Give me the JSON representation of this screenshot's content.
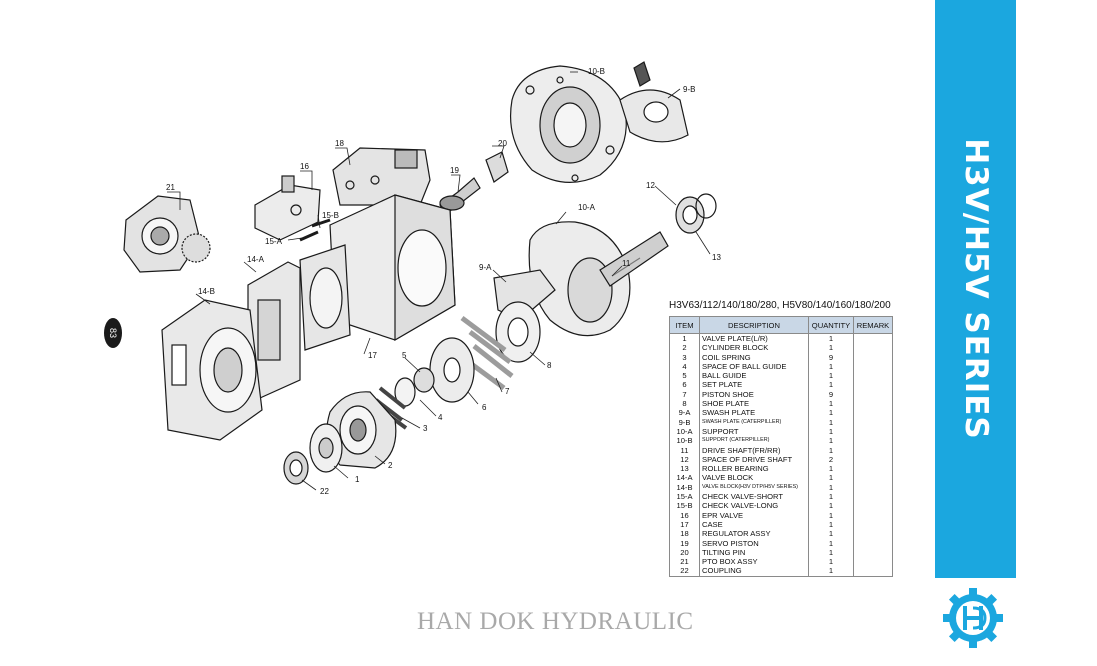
{
  "series_title": "H3V/H5V SERIES",
  "page_number": "83",
  "footer": "HAN DOK HYDRAULIC",
  "table": {
    "caption": "H3V63/112/140/180/280, H5V80/140/160/180/200",
    "headers": {
      "item": "ITEM",
      "description": "DESCRIPTION",
      "quantity": "QUANTITY",
      "remark": "REMARK"
    },
    "rows": [
      {
        "item": "1",
        "description": "VALVE PLATE(L/R)",
        "quantity": "1",
        "small": false
      },
      {
        "item": "2",
        "description": "CYLINDER BLOCK",
        "quantity": "1",
        "small": false
      },
      {
        "item": "3",
        "description": "COIL SPRING",
        "quantity": "9",
        "small": false
      },
      {
        "item": "4",
        "description": "SPACE OF BALL GUIDE",
        "quantity": "1",
        "small": false
      },
      {
        "item": "5",
        "description": "BALL GUIDE",
        "quantity": "1",
        "small": false
      },
      {
        "item": "6",
        "description": "SET PLATE",
        "quantity": "1",
        "small": false
      },
      {
        "item": "7",
        "description": "PISTON SHOE",
        "quantity": "9",
        "small": false
      },
      {
        "item": "8",
        "description": "SHOE PLATE",
        "quantity": "1",
        "small": false
      },
      {
        "item": "9-A",
        "description": "SWASH PLATE",
        "quantity": "1",
        "small": false
      },
      {
        "item": "9-B",
        "description": "SWASH PLATE (CATERPILLER)",
        "quantity": "1",
        "small": true
      },
      {
        "item": "10-A",
        "description": "SUPPORT",
        "quantity": "1",
        "small": false
      },
      {
        "item": "10-B",
        "description": "SUPPORT (CATERPILLER)",
        "quantity": "1",
        "small": true
      },
      {
        "item": "11",
        "description": "DRIVE SHAFT(FR/RR)",
        "quantity": "1",
        "small": false
      },
      {
        "item": "12",
        "description": "SPACE OF DRIVE SHAFT",
        "quantity": "2",
        "small": false
      },
      {
        "item": "13",
        "description": "ROLLER BEARING",
        "quantity": "1",
        "small": false
      },
      {
        "item": "14-A",
        "description": "VALVE BLOCK",
        "quantity": "1",
        "small": false
      },
      {
        "item": "14-B",
        "description": "VALVE BLOCK(H3V DTP/H5V SERIES)",
        "quantity": "1",
        "small": true
      },
      {
        "item": "15-A",
        "description": "CHECK VALVE-SHORT",
        "quantity": "1",
        "small": false
      },
      {
        "item": "15-B",
        "description": "CHECK VALVE-LONG",
        "quantity": "1",
        "small": false
      },
      {
        "item": "16",
        "description": "EPR VALVE",
        "quantity": "1",
        "small": false
      },
      {
        "item": "17",
        "description": "CASE",
        "quantity": "1",
        "small": false
      },
      {
        "item": "18",
        "description": "REGULATOR ASSY",
        "quantity": "1",
        "small": false
      },
      {
        "item": "19",
        "description": "SERVO PISTON",
        "quantity": "1",
        "small": false
      },
      {
        "item": "20",
        "description": "TILTING PIN",
        "quantity": "1",
        "small": false
      },
      {
        "item": "21",
        "description": "PTO BOX ASSY",
        "quantity": "1",
        "small": false
      },
      {
        "item": "22",
        "description": "COUPLING",
        "quantity": "1",
        "small": false
      }
    ]
  },
  "callouts": [
    "21",
    "16",
    "18",
    "19",
    "20",
    "10-B",
    "9-B",
    "12",
    "13",
    "10-A",
    "11",
    "9-A",
    "15-B",
    "15-A",
    "14-A",
    "14-B",
    "17",
    "5",
    "8",
    "7",
    "6",
    "4",
    "3",
    "2",
    "1",
    "22"
  ],
  "colors": {
    "accent": "#1ba7df",
    "table_header": "#c9d7e6",
    "footer_text": "#a9a9a9"
  }
}
